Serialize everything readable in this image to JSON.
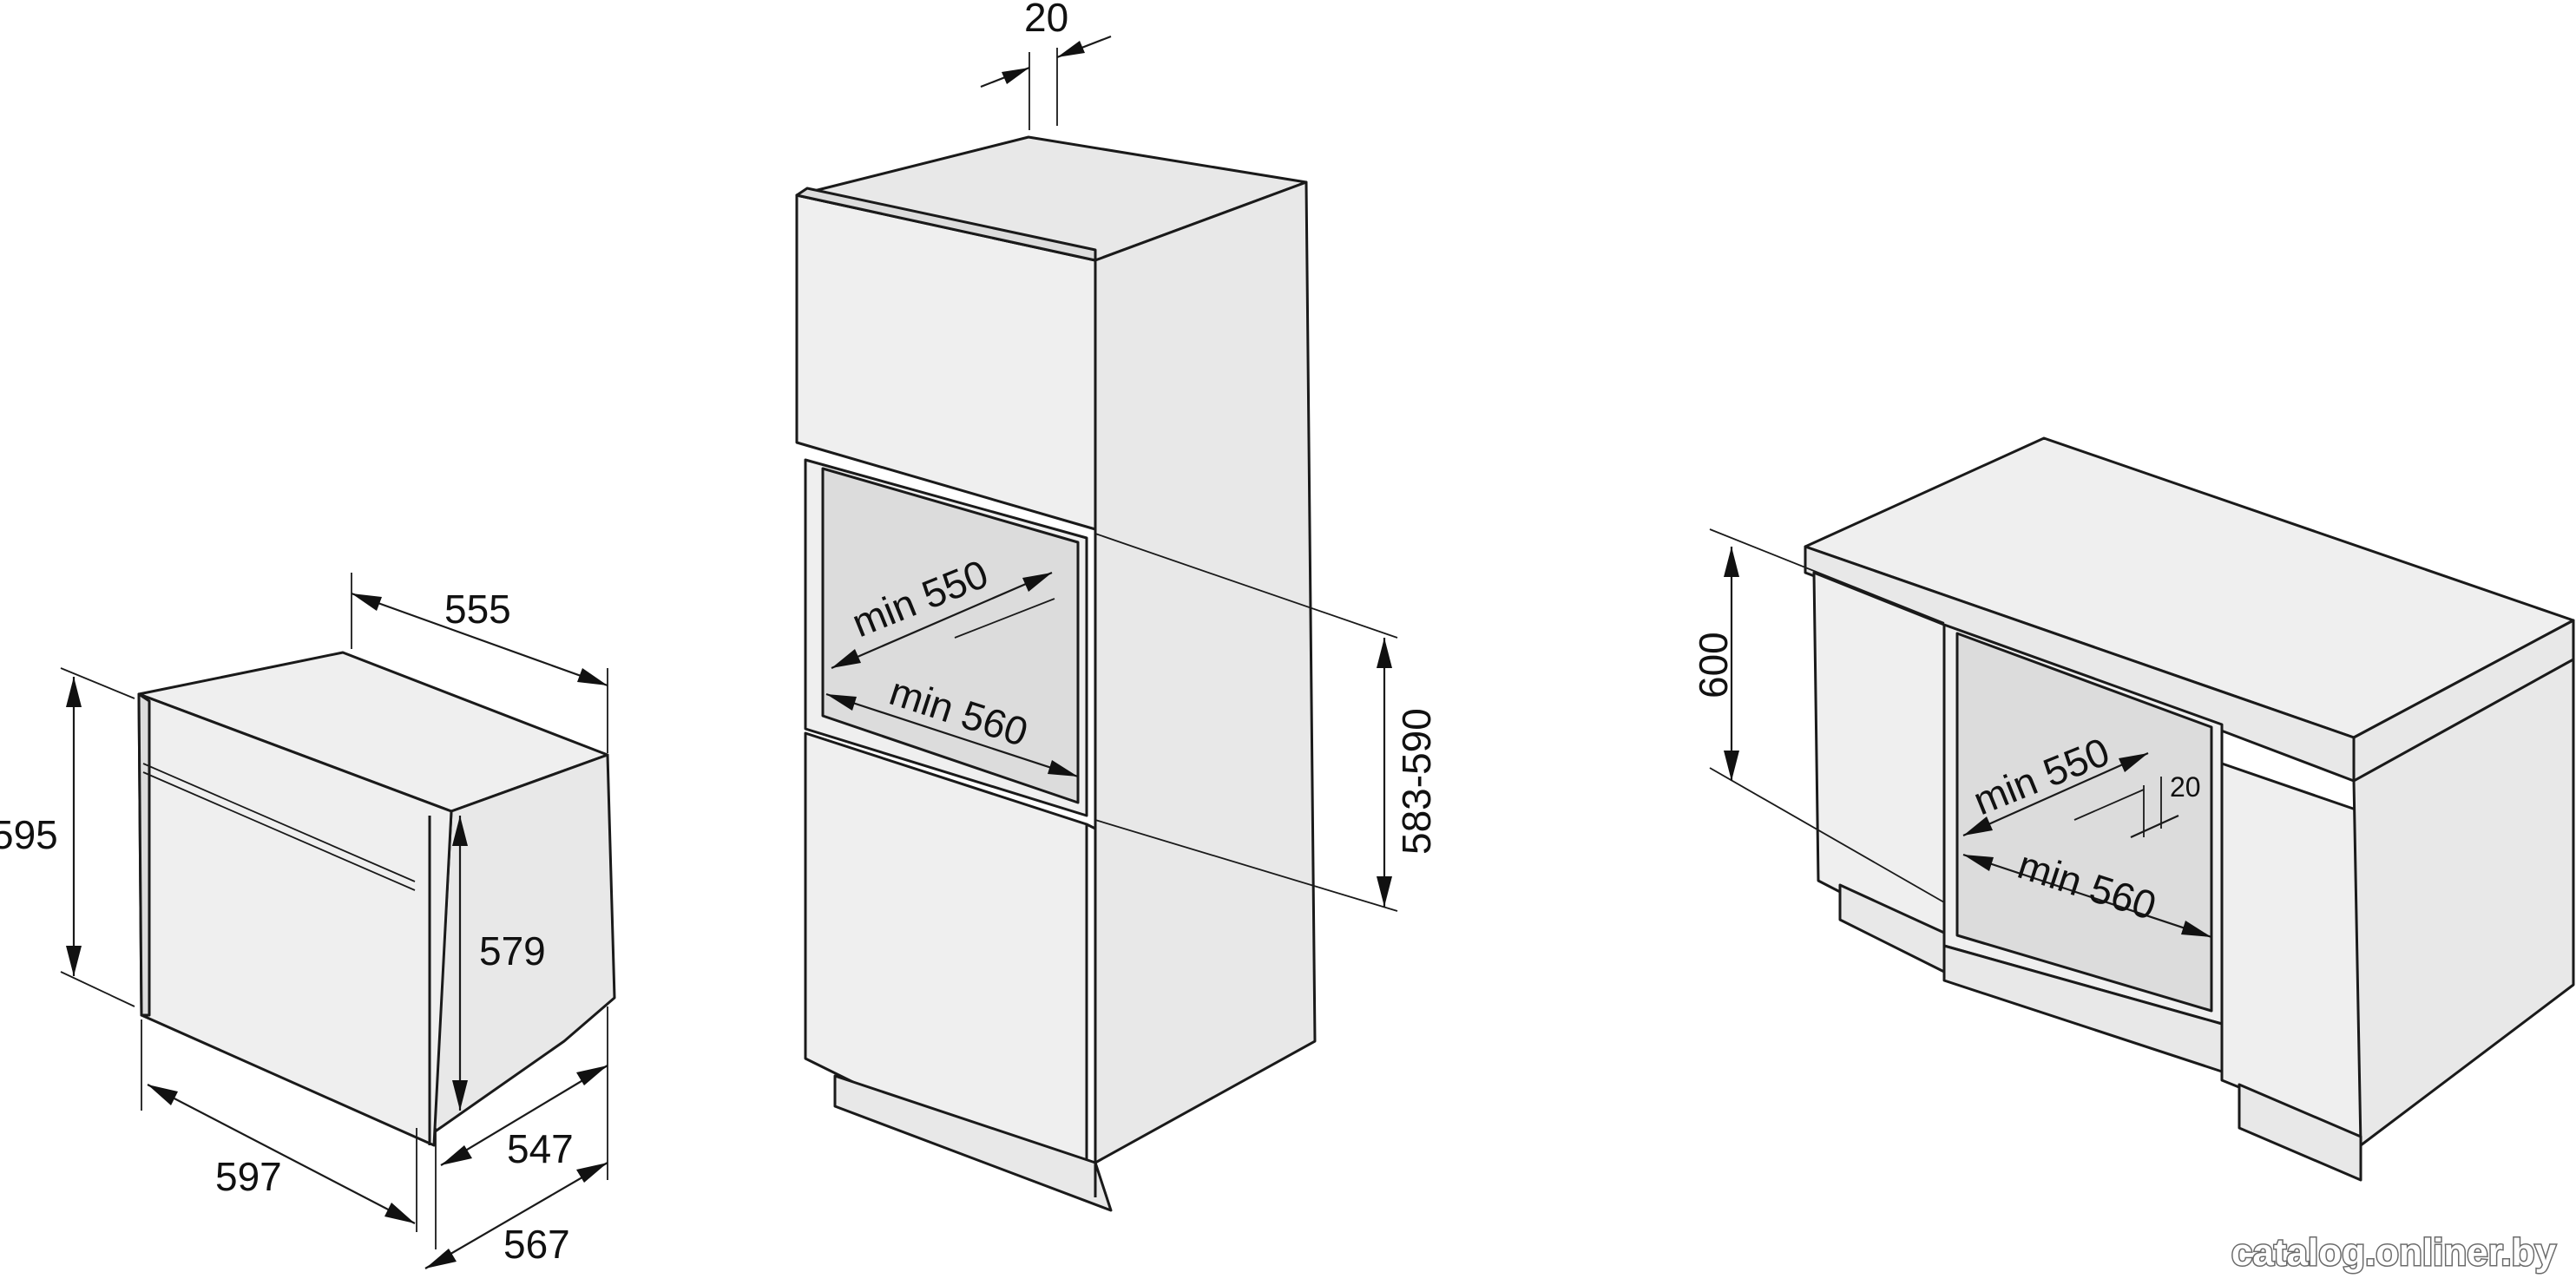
{
  "figures": {
    "oven": {
      "dim_top_depth": "555",
      "dim_height": "595",
      "dim_inner_height": "579",
      "dim_width": "597",
      "dim_body_depth": "547",
      "dim_total_depth": "567"
    },
    "column_install": {
      "dim_gap_top": "20",
      "dim_niche_depth": "min 550",
      "dim_niche_width": "min 560",
      "dim_niche_height": "583-590"
    },
    "undercounter_install": {
      "dim_height": "600",
      "dim_niche_depth": "min 550",
      "dim_gap": "20",
      "dim_niche_width": "min 560"
    }
  },
  "watermark": "catalog.onliner.by",
  "colors": {
    "line": "#1a1a1a",
    "panel_fill": "#e8e8e8",
    "background": "#ffffff"
  }
}
